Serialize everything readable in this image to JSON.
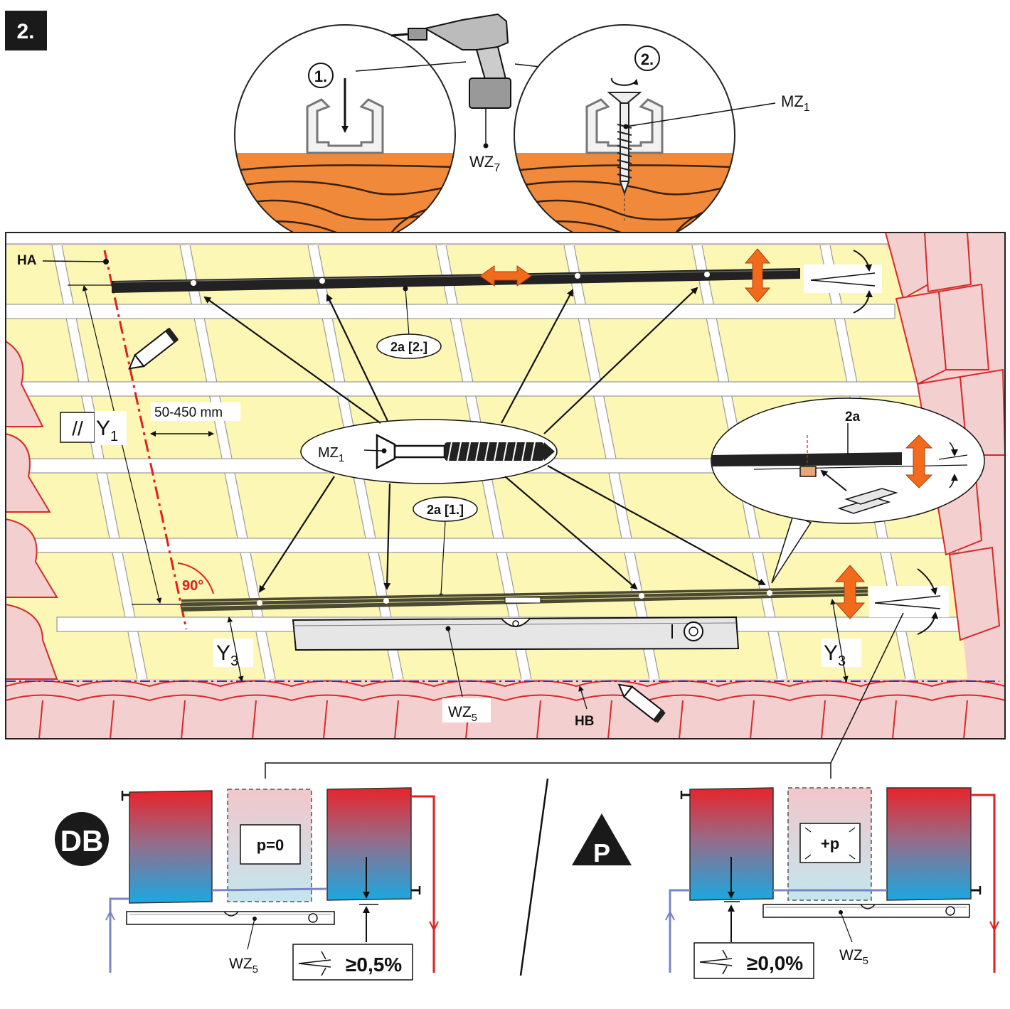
{
  "step": {
    "number": "2."
  },
  "detail_top": {
    "step1": "1.",
    "step2": "2.",
    "tool_label": "WZ",
    "tool_sub": "7",
    "screw_label": "MZ",
    "screw_sub": "1"
  },
  "roof": {
    "ha": "HA",
    "hb": "HB",
    "rail_top": "2a [2.]",
    "rail_bottom": "2a [1.]",
    "spacing": "50-450 mm",
    "parallel_symbol": "//",
    "y1_label": "Y",
    "y1_sub": "1",
    "y3_label": "Y",
    "y3_sub": "3",
    "angle": "90°",
    "screw_label": "MZ",
    "screw_sub": "1",
    "level_label": "WZ",
    "level_sub": "5",
    "inset_label": "2a"
  },
  "bottom": {
    "db_badge": "DB",
    "p_badge": "P",
    "pressure_db": "p=0",
    "pressure_p": "+p",
    "slope_db": "≥0,5%",
    "slope_p": "≥0,0%",
    "level_label": "WZ",
    "level_sub": "5"
  },
  "colors": {
    "membrane": "#fdf7b6",
    "tile_fill": "#f4cfd0",
    "tile_stroke": "#d62a2a",
    "wood": "#f08a3a",
    "accent_arrow": "#f26a1b",
    "red_line": "#e02020",
    "hot": "#e8232a",
    "cold": "#1aa8e0"
  }
}
